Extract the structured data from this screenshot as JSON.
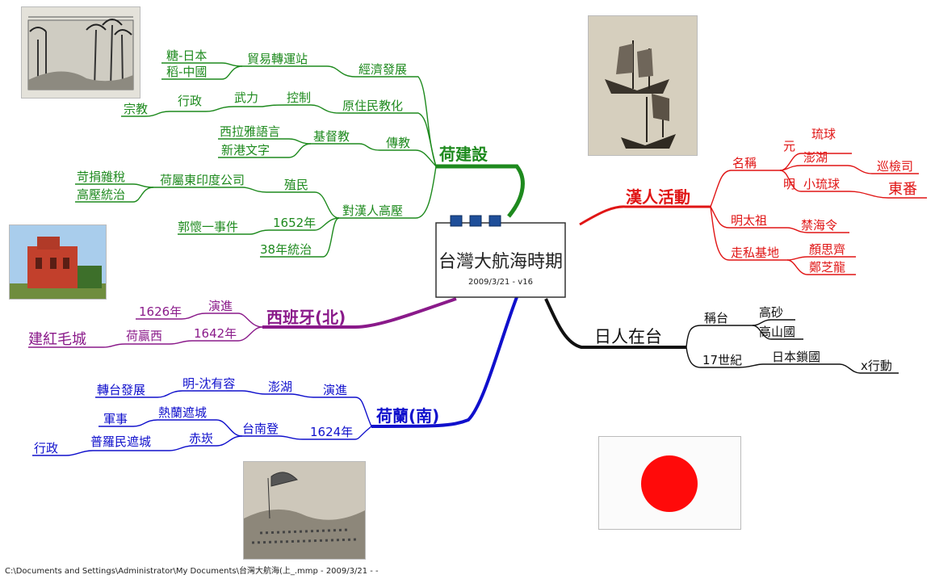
{
  "central": {
    "title": "台灣大航海時期",
    "subtitle": "2009/3/21 - v16"
  },
  "branches": {
    "dutch_build": {
      "title": "荷建設",
      "econ": "經濟發展",
      "trade_hub": "貿易轉運站",
      "sugar_japan": "糖-日本",
      "rice_china": "稻-中國",
      "aboriginal": "原住民教化",
      "control": "控制",
      "force": "武力",
      "admin": "行政",
      "religion": "宗教",
      "missionary": "傳教",
      "christianity": "基督教",
      "siraya": "西拉雅語言",
      "sinkan": "新港文字",
      "policy": "對漢人高壓",
      "colonize": "殖民",
      "voc": "荷屬東印度公司",
      "tax": "苛捐雜稅",
      "oppress": "高壓統治",
      "y1652": "1652年",
      "guo": "郭懷一事件",
      "rule38": "38年統治"
    },
    "han": {
      "title": "漢人活動",
      "name": "名稱",
      "yuan": "元",
      "ryukyu": "琉球",
      "penghu": "澎湖",
      "inspect": "巡檢司",
      "ming": "明",
      "small_ryukyu": "小琉球",
      "dongfan": "東番",
      "taizu": "明太祖",
      "ban": "禁海令",
      "smuggle": "走私基地",
      "yan": "顏思齊",
      "zheng": "鄭芝龍"
    },
    "spain": {
      "title": "西班牙(北)",
      "advance": "演進",
      "y1626": "1626年",
      "y1642": "1642年",
      "dutch_win": "荷贏西",
      "fort": "建紅毛城"
    },
    "japan": {
      "title": "日人在台",
      "call": "稱台",
      "gaosha": "高砂",
      "gaoshan": "高山國",
      "c17": "17世紀",
      "sakoku": "日本鎖國",
      "action": "x行動"
    },
    "dutch_south": {
      "title": "荷蘭(南)",
      "advance": "演進",
      "penghu": "澎湖",
      "shen": "明-沈有容",
      "move": "轉台發展",
      "y1624": "1624年",
      "tainan": "台南登",
      "zeelandia": "熱蘭遮城",
      "military": "軍事",
      "chikan": "赤崁",
      "provintia": "普羅民遮城",
      "admin": "行政"
    }
  },
  "footer": "C:\\Documents and Settings\\Administrator\\My Documents\\台灣大航海(上_.mmp     - 2009/3/21 - -",
  "colors": {
    "green": "#1e8a1e",
    "red": "#e01515",
    "purple": "#8a1a8a",
    "black": "#111111",
    "blue": "#1010cc",
    "flag_red": "#ff0a0a"
  }
}
